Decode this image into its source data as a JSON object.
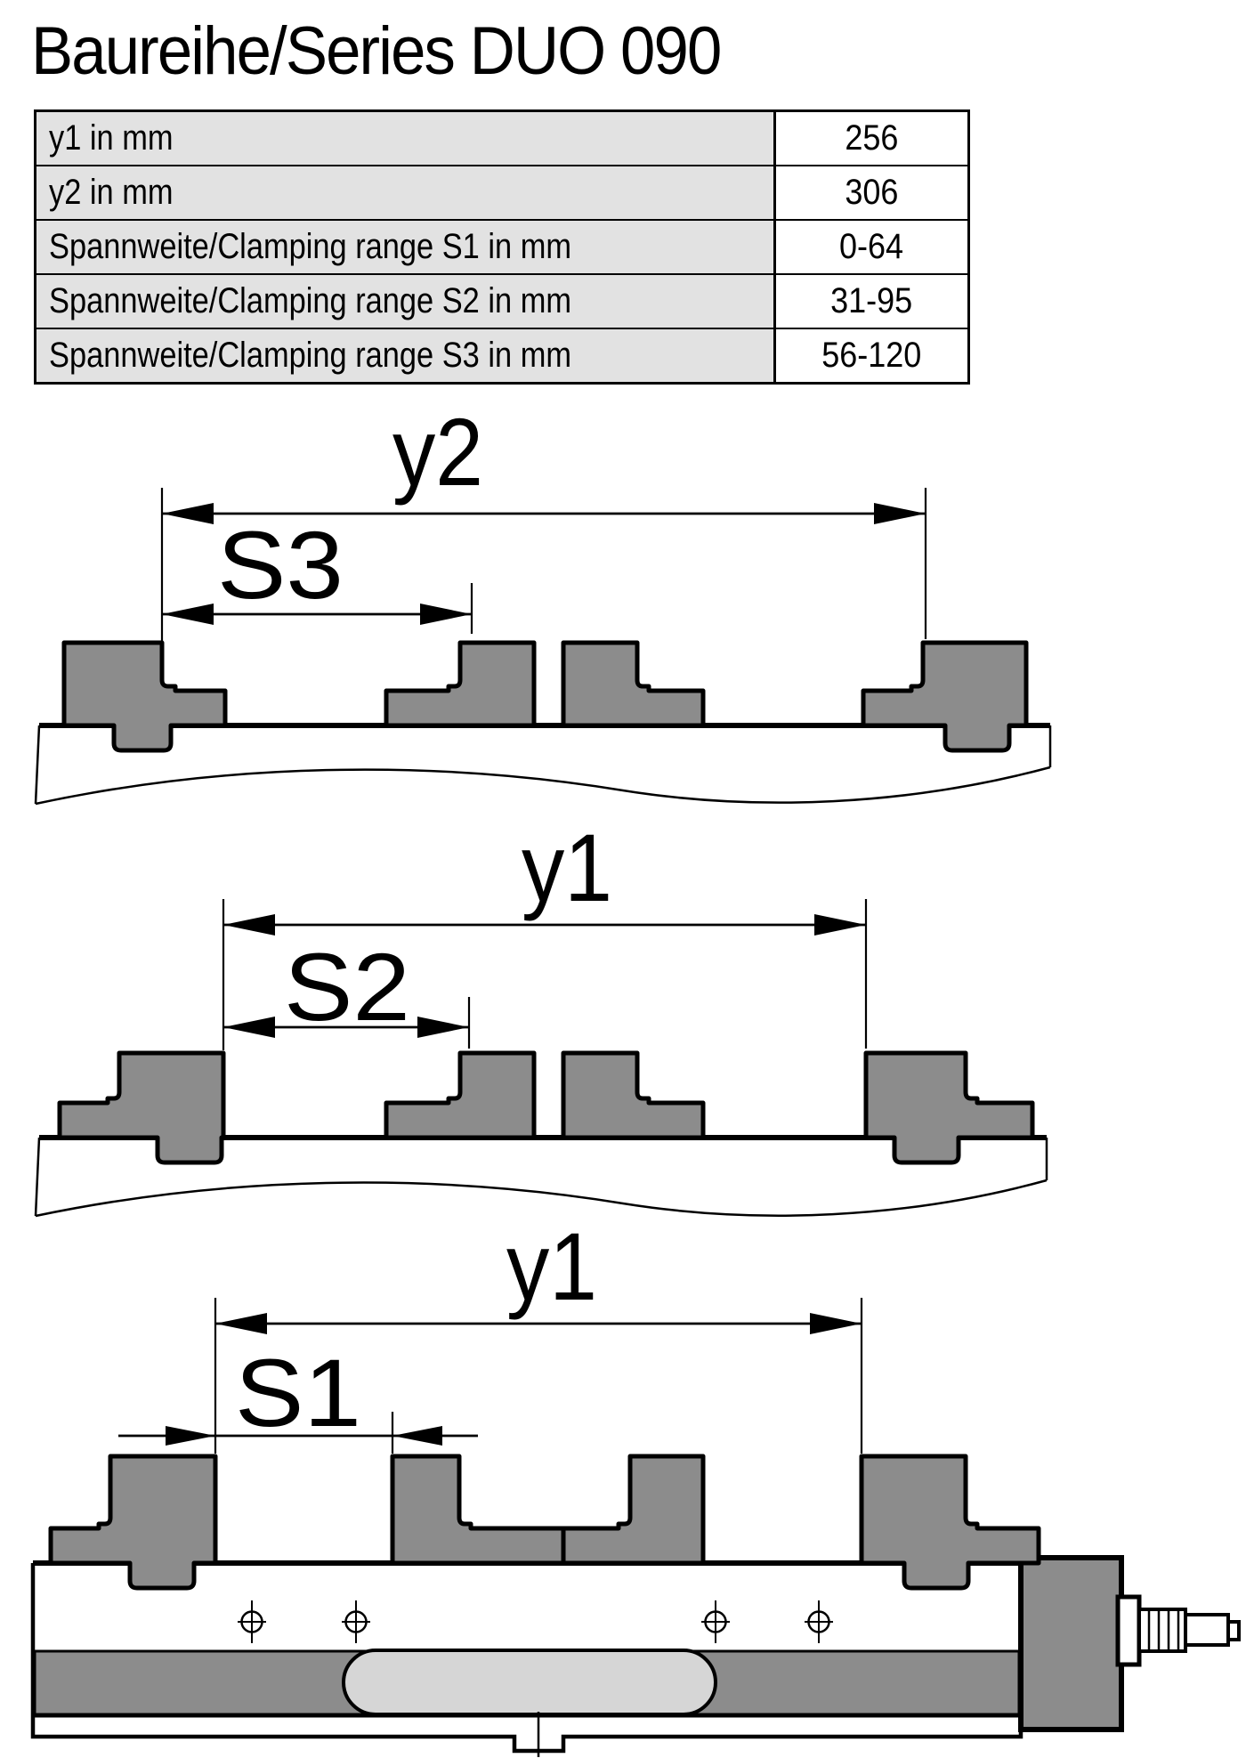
{
  "title": "Baureihe/Series DUO 090",
  "table": {
    "rows": [
      {
        "label": "y1 in mm",
        "value": "256"
      },
      {
        "label": "y2 in mm",
        "value": "306"
      },
      {
        "label": "Spannweite/Clamping range S1 in mm",
        "value": "0-64"
      },
      {
        "label": "Spannweite/Clamping range S2 in mm",
        "value": "31-95"
      },
      {
        "label": "Spannweite/Clamping range S3 in mm",
        "value": "56-120"
      }
    ]
  },
  "diagrams": [
    {
      "id": "jaws-widest",
      "dim_labels": [
        "y2",
        "S3"
      ]
    },
    {
      "id": "jaws-middle",
      "dim_labels": [
        "y1",
        "S2"
      ]
    },
    {
      "id": "vise-closed",
      "dim_labels": [
        "y1",
        "S1"
      ]
    }
  ],
  "colors": {
    "jaw_gray": "#8c8c8c",
    "table_label_bg": "#e2e2e2",
    "slot_fill": "#d6d6d6",
    "outline": "#000000"
  }
}
